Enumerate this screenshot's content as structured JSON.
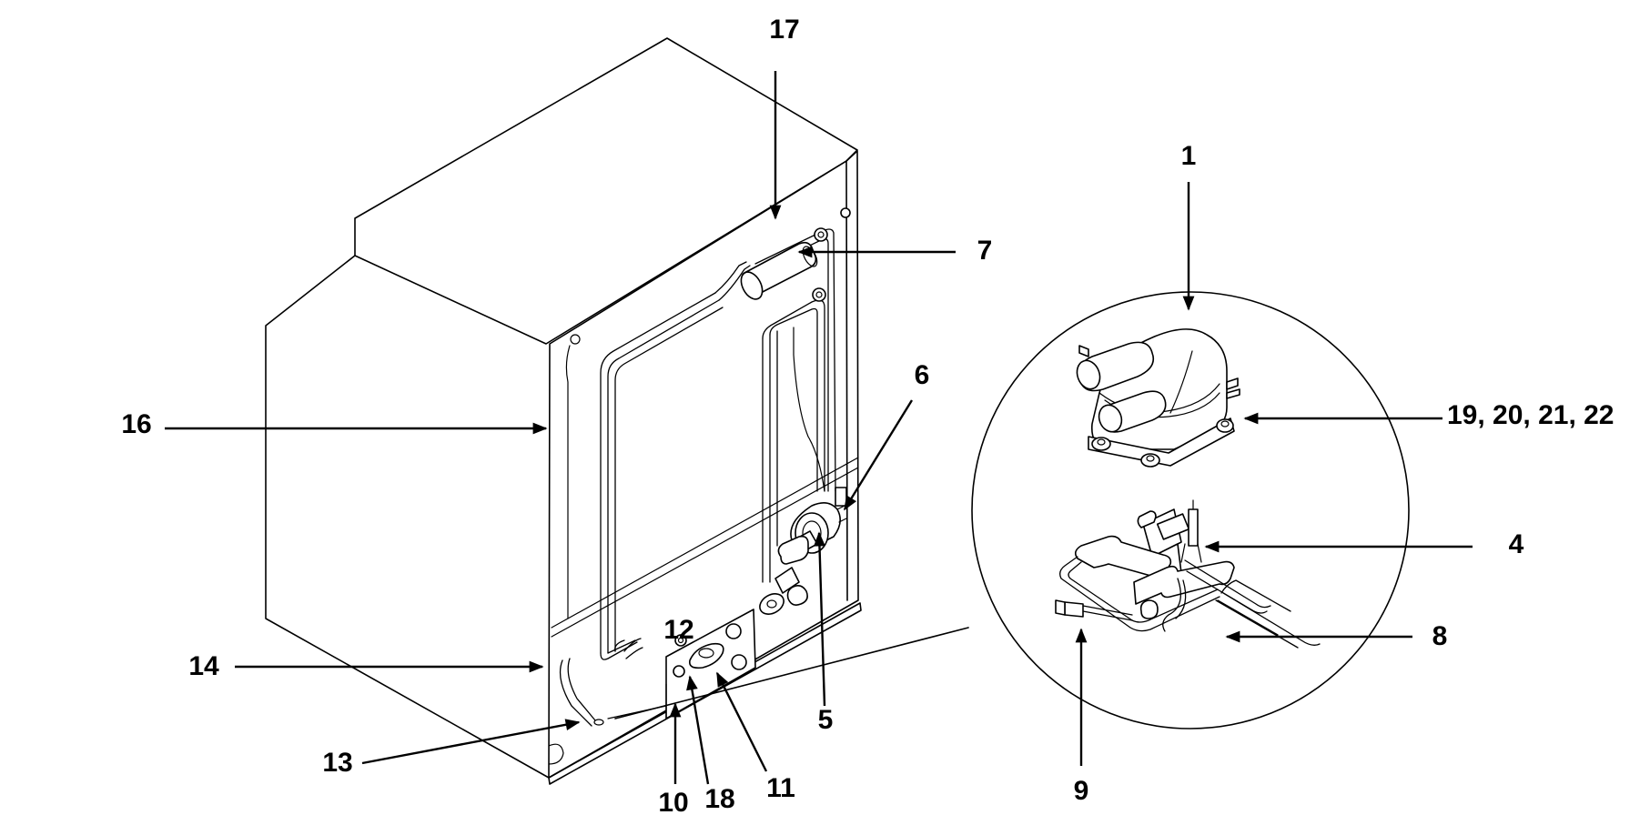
{
  "diagram": {
    "callouts": {
      "c1": "1",
      "c4": "4",
      "c5": "5",
      "c6": "6",
      "c7": "7",
      "c8": "8",
      "c9": "9",
      "c10": "10",
      "c11": "11",
      "c12": "12",
      "c13": "13",
      "c14": "14",
      "c16": "16",
      "c17": "17",
      "c18": "18",
      "c19_22": "19, 20, 21, 22"
    }
  }
}
